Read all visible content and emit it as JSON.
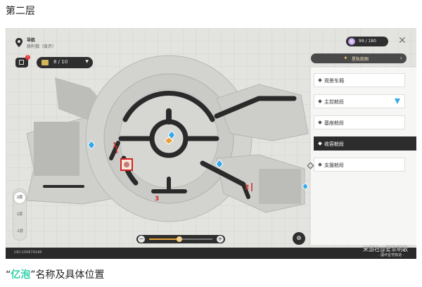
{
  "page": {
    "heading": "第二层",
    "caption_quote_open": "“",
    "caption_highlight": "亿泡",
    "caption_quote_close": "”",
    "caption_rest": "名称及具体位置",
    "highlight_color": "#2bd0a8"
  },
  "header": {
    "nav_title": "导航",
    "nav_subtitle": "赫利俄（废弃）",
    "inventory_badge": "!",
    "chest_count": "8 / 10",
    "power_value": "99 / 180"
  },
  "panel": {
    "route_label": "星轨航图",
    "areas": [
      {
        "label": "观景车厢",
        "active": false
      },
      {
        "label": "主控舱段",
        "active": false,
        "tracked": true
      },
      {
        "label": "基座舱段",
        "active": false
      },
      {
        "label": "收容舱段",
        "active": true
      },
      {
        "label": "支援舱段",
        "active": false
      }
    ]
  },
  "floors": {
    "items": [
      "2层",
      "1层",
      "-1层"
    ],
    "active": "2层"
  },
  "map": {
    "markers": [
      {
        "label": "1"
      },
      {
        "label": "2"
      },
      {
        "label": "3"
      }
    ],
    "marker_color": "#d22424",
    "accent_color": "#e8a23a",
    "route_color": "#2a2a2a",
    "waypoint_color": "#37a8e8"
  },
  "zoom": {
    "level": 0.48,
    "minus": "−",
    "plus": "+"
  },
  "footer": {
    "uid": "UID:100679148",
    "watermark": "米游社@爱菲明歌",
    "watermark_sub": "· 崩坏星穹铁道 ·"
  }
}
